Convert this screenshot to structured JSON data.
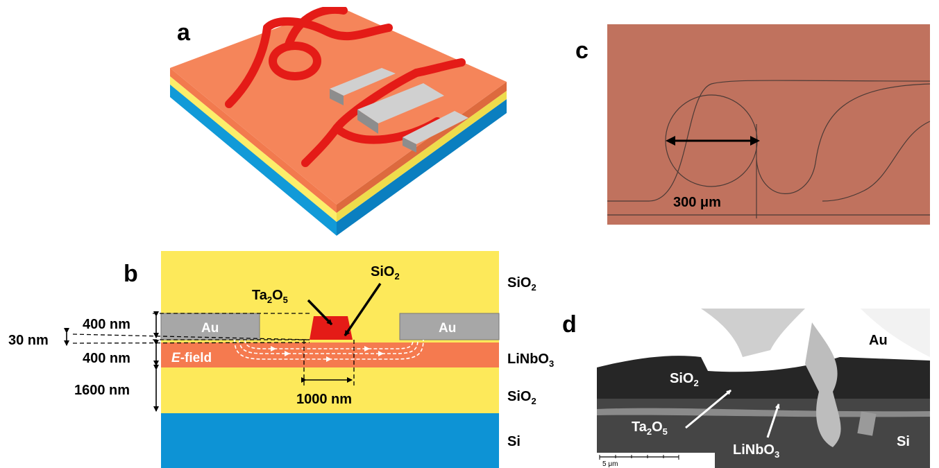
{
  "panels": {
    "a": {
      "label": "a"
    },
    "b": {
      "label": "b",
      "layers": {
        "sio2_top": "SiO",
        "sio2_top_sub": "2",
        "linbo3": "LiNbO",
        "linbo3_sub": "3",
        "sio2_bottom": "SiO",
        "sio2_bottom_sub": "2",
        "si": "Si"
      },
      "electrode_left": "Au",
      "electrode_right": "Au",
      "ta2o5": {
        "t1": "Ta",
        "s1": "2",
        "t2": "O",
        "s2": "5"
      },
      "sio2_callout": {
        "t": "SiO",
        "s": "2"
      },
      "efield": {
        "italic": "E",
        "rest": "-field"
      },
      "dimensions": {
        "electrode_thickness": "400 nm",
        "gap": "30 nm",
        "linbo3_thickness": "400 nm",
        "buried_oxide": "1600 nm",
        "waveguide_width": "1000 nm"
      }
    },
    "c": {
      "label": "c",
      "scale": "300 μm"
    },
    "d": {
      "label": "d",
      "au": "Au",
      "sio2": {
        "t": "SiO",
        "s": "2"
      },
      "ta2o5": {
        "t1": "Ta",
        "s1": "2",
        "t2": "O",
        "s2": "5"
      },
      "linbo3": {
        "t": "LiNbO",
        "s": "3"
      },
      "si": "Si",
      "scalebar": "5 μm"
    }
  },
  "colors": {
    "sio2": "#fde95a",
    "linbo3": "#f57a4f",
    "si": "#0d93d5",
    "au": "#a7a7a7",
    "waveguide": "#e41b17",
    "micrograph": "#c0725e"
  }
}
